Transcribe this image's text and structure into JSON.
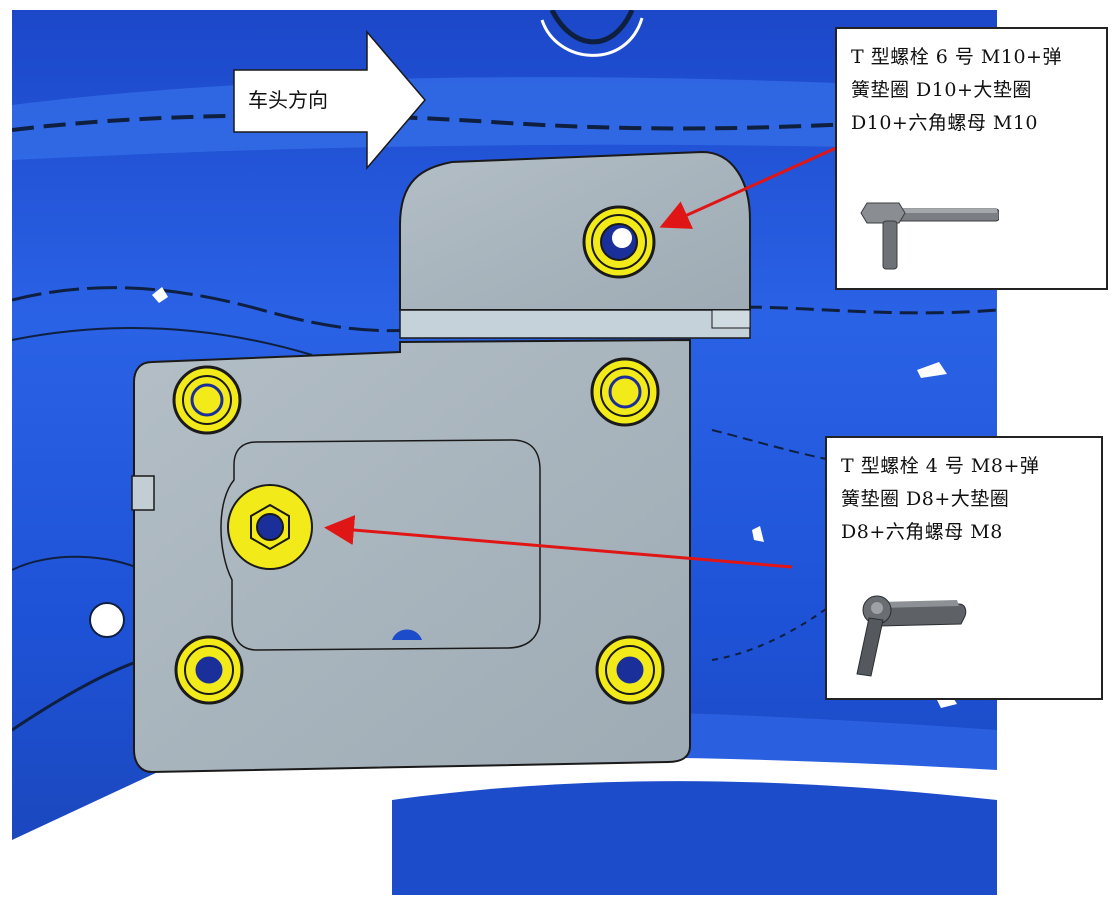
{
  "direction_arrow": {
    "label": "车头方向"
  },
  "callouts": [
    {
      "text": "T 型螺栓 6 号 M10+弹\n簧垫圈  D10+大垫圈\nD10+六角螺母 M10",
      "icon": "t-bolt-m10-icon"
    },
    {
      "text": "T 型螺栓 4 号 M8+弹\n簧垫圈  D8+大垫圈\nD8+六角螺母 M8",
      "icon": "t-bolt-m8-icon"
    }
  ],
  "colors": {
    "background_blue": "#1a52d8",
    "plate_gray": "#a8b4bd",
    "washer_yellow": "#f3ea1a",
    "pointer_red": "#e01515"
  }
}
